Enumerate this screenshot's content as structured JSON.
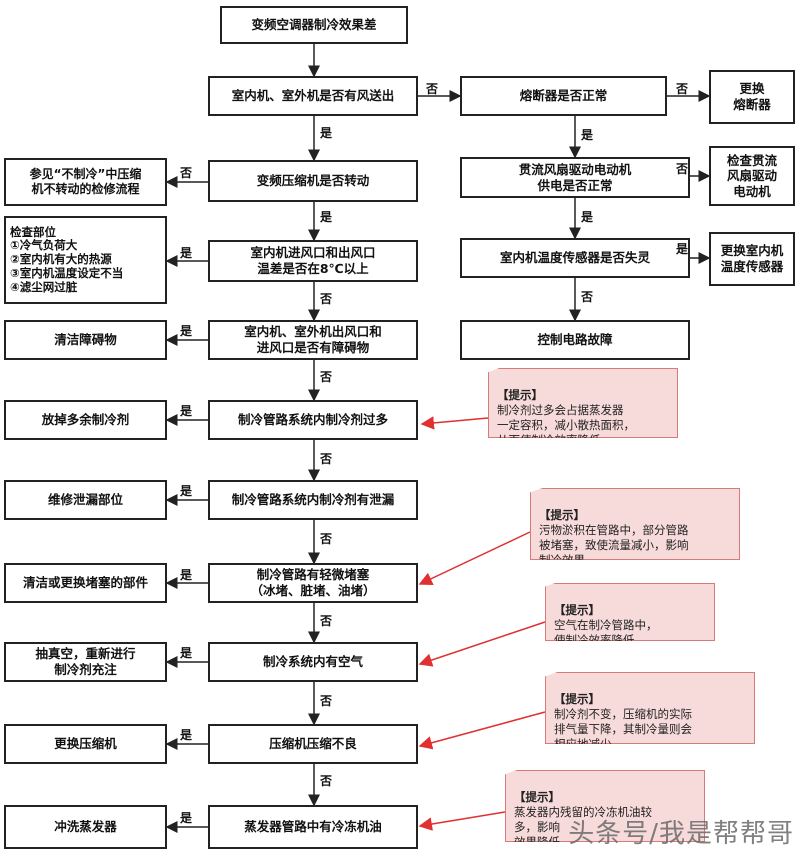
{
  "nodes": {
    "start": "变频空调器制冷效果差",
    "q_wind": "室内机、室外机是否有风送出",
    "q_fuse": "熔断器是否正常",
    "a_fuse": "更换\n熔断器",
    "q_comp": "变频压缩机是否转动",
    "a_comp": "参见“不制冷”中压缩\n机不转动的检修流程",
    "q_fan": "贯流风扇驱动电动机\n供电是否正常",
    "a_fan": "检查贯流\n风扇驱动\n电动机",
    "q_temp": "室内机进风口和出风口\n温差是否在8℃以上",
    "a_temp": "检查部位\n①冷气负荷大\n②室内机有大的热源\n③室内机温度设定不当\n④滤尘网过脏",
    "q_sensor": "室内机温度传感器是否失灵",
    "a_sensor": "更换室内机\n温度传感器",
    "ctrl": "控制电路故障",
    "q_block": "室内机、室外机出风口和\n进风口是否有障碍物",
    "a_block": "清洁障碍物",
    "q_over": "制冷管路系统内制冷剂过多",
    "a_over": "放掉多余制冷剂",
    "q_leak": "制冷管路系统内制冷剂有泄漏",
    "a_leak": "维修泄漏部位",
    "q_clog": "制冷管路有轻微堵塞\n（冰堵、脏堵、油堵）",
    "a_clog": "清洁或更换堵塞的部件",
    "q_air": "制冷系统内有空气",
    "a_air": "抽真空，重新进行\n制冷剂充注",
    "q_weak": "压缩机压缩不良",
    "a_weak": "更换压缩机",
    "q_oil": "蒸发器管路中有冷冻机油",
    "a_oil": "冲洗蒸发器"
  },
  "labels": {
    "yes": "是",
    "no": "否"
  },
  "notes": {
    "n1": {
      "title": "【提示】",
      "text": "制冷剂过多会占据蒸发器\n一定容积，减小散热面积，\n从而使制冷效率降低"
    },
    "n2": {
      "title": "【提示】",
      "text": "污物淤积在管路中，部分管路\n被堵塞，致使流量减小，影响\n制冷效果"
    },
    "n3": {
      "title": "【提示】",
      "text": "空气在制冷管路中，\n使制冷效率降低"
    },
    "n4": {
      "title": "【提示】",
      "text": "制冷剂不变，压缩机的实际\n排气量下降，其制冷量则会\n相应地减少"
    },
    "n5": {
      "title": "【提示】",
      "text": "蒸发器内残留的冷冻机油较\n多，影响\n效果降低"
    }
  },
  "watermark": "头条号/我是帮帮哥",
  "colors": {
    "line": "#222222",
    "note_fill": "#f7dada",
    "note_border": "#d87a7a",
    "note_arrow": "#e03030"
  }
}
